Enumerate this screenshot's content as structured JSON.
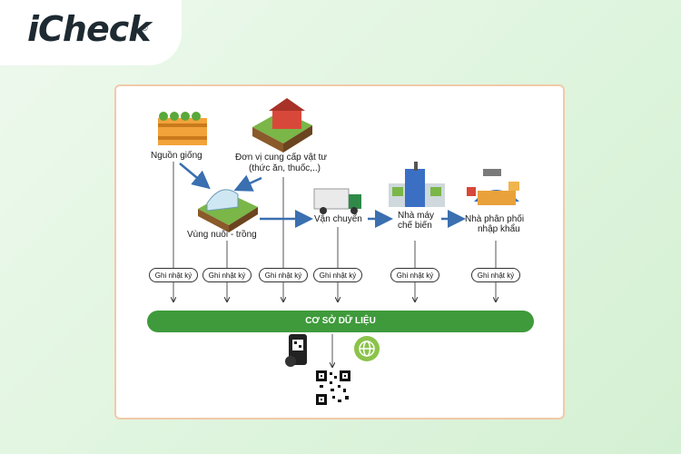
{
  "brand": {
    "name": "iCheck",
    "registered": "®"
  },
  "nodes": {
    "seed": "Nguồn giống",
    "supplier_line1": "Đơn vị cung cấp vật tư",
    "supplier_line2": "(thức ăn, thuốc,..)",
    "farm": "Vùng nuôi - trồng",
    "transport": "Vận chuyển",
    "factory_line1": "Nhà máy",
    "factory_line2": "chế biến",
    "distributor_line1": "Nhà phân phối",
    "distributor_line2": "nhập khẩu"
  },
  "log_label": "Ghi nhật ký",
  "database": "CƠ SỞ DỮ LIỆU",
  "colors": {
    "accent": "#3f9a3b",
    "arrow": "#3a6fb0",
    "card_border": "#f2c9a8"
  }
}
